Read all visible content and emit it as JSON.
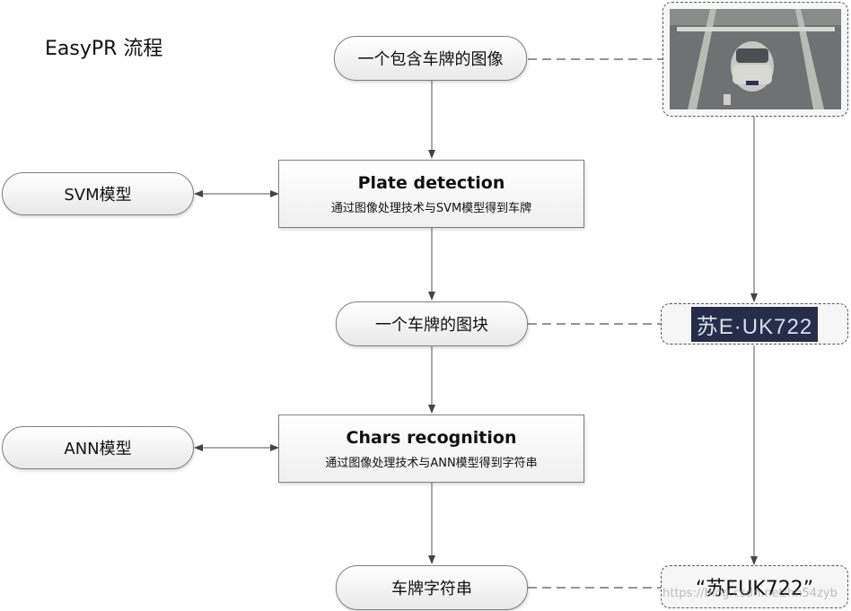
{
  "title": "EasyPR  流程",
  "nodes": {
    "input_image": "一个包含车牌的图像",
    "svm_model": "SVM模型",
    "plate_detection": {
      "heading": "Plate detection",
      "sub": "通过图像处理技术与SVM模型得到车牌"
    },
    "plate_block": "一个车牌的图块",
    "ann_model": "ANN模型",
    "chars_recognition": {
      "heading": "Chars recognition",
      "sub": "通过图像处理技术与ANN模型得到字符串"
    },
    "plate_string": "车牌字符串"
  },
  "examples": {
    "plate_image_text": "苏E·UK722",
    "result_string": "“苏EUK722”"
  },
  "watermark": "https://blog.csdn.net/hn54zyb"
}
